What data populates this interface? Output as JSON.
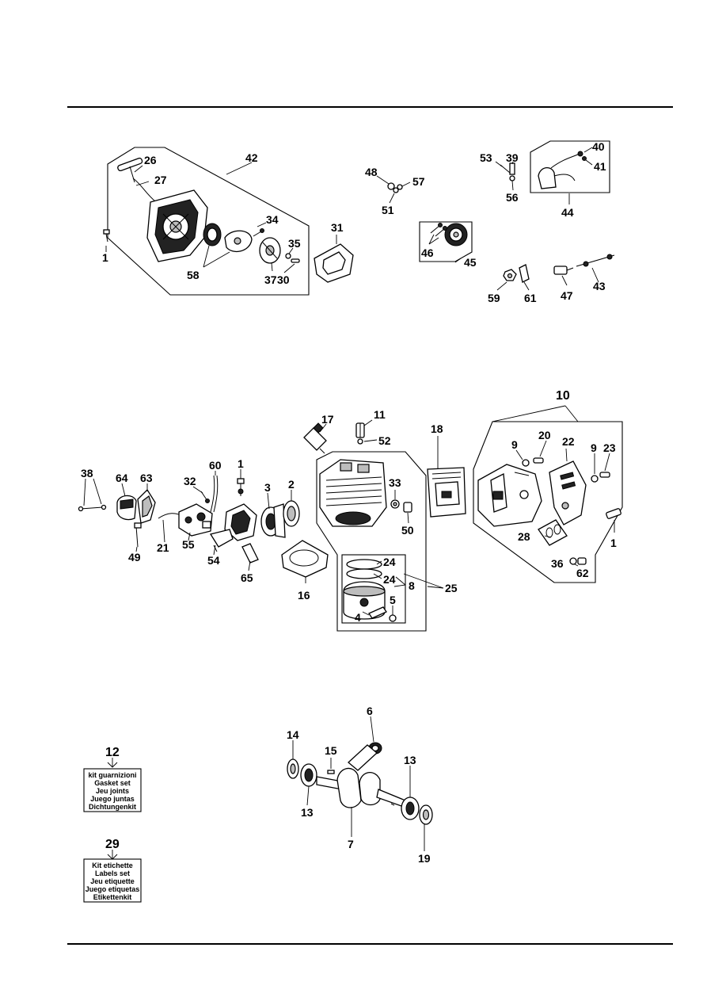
{
  "labels": {
    "p42": "42",
    "p26": "26",
    "p27": "27",
    "p1a": "1",
    "p34": "34",
    "p35": "35",
    "p58": "58",
    "p37": "37",
    "p30": "30",
    "p31": "31",
    "p48": "48",
    "p57": "57",
    "p51": "51",
    "p46": "46",
    "p45": "45",
    "p53": "53",
    "p39": "39",
    "p56": "56",
    "p40": "40",
    "p41": "41",
    "p44": "44",
    "p59": "59",
    "p61": "61",
    "p47": "47",
    "p43": "43",
    "p17": "17",
    "p11": "11",
    "p52": "52",
    "p18": "18",
    "p10": "10",
    "p9a": "9",
    "p20": "20",
    "p22": "22",
    "p9b": "9",
    "p23": "23",
    "p38": "38",
    "p64": "64",
    "p63": "63",
    "p60": "60",
    "p32": "32",
    "p1b": "1",
    "p3": "3",
    "p2": "2",
    "p33": "33",
    "p50": "50",
    "p28": "28",
    "p1c": "1",
    "p49": "49",
    "p21": "21",
    "p55": "55",
    "p54": "54",
    "p65": "65",
    "p16": "16",
    "p24a": "24",
    "p24b": "24",
    "p8": "8",
    "p5": "5",
    "p25": "25",
    "p4": "4",
    "p36": "36",
    "p62": "62",
    "p6": "6",
    "p14": "14",
    "p15": "15",
    "p13a": "13",
    "p13b": "13",
    "p7": "7",
    "p19": "19",
    "p12": "12",
    "p29": "29"
  },
  "kits": {
    "gasket": {
      "number": "12",
      "lines": [
        "kit guarnizioni",
        "Gasket set",
        "Jeu  joints",
        "Juego juntas",
        "Dichtungenkit"
      ]
    },
    "labels_set": {
      "number": "29",
      "lines": [
        "Kit etichette",
        "Labels set",
        "Jeu etiquette",
        "Juego etiquetas",
        "Etikettenkit"
      ]
    }
  }
}
